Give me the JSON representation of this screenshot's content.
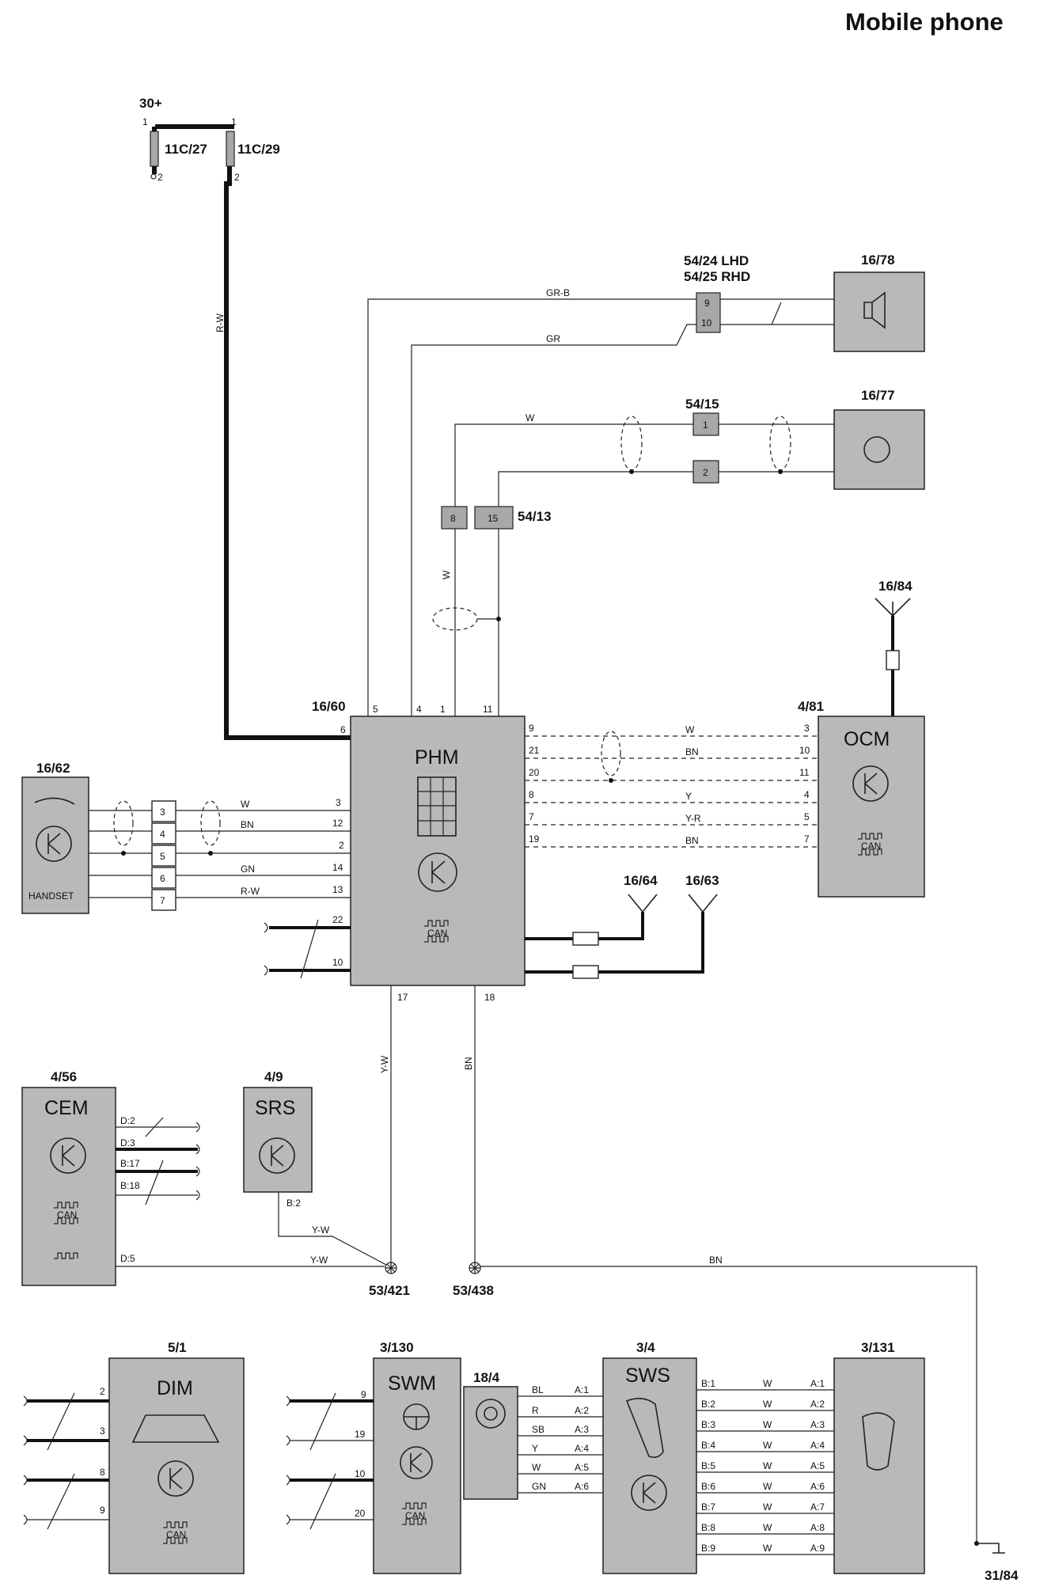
{
  "title": "Mobile phone",
  "supply": {
    "label": "30+",
    "fuse_a": "11C/27",
    "fuse_b": "11C/29",
    "pin1": "1",
    "pin2": "2"
  },
  "components": {
    "speaker": "16/78",
    "microphone": "16/77",
    "phm_ref": "16/60",
    "phm": "PHM",
    "handset_ref": "16/62",
    "handset": "HANDSET",
    "antenna_a": "16/84",
    "ocm_ref": "4/81",
    "ocm": "OCM",
    "antenna_b": "16/64",
    "antenna_c": "16/63",
    "cem_ref": "4/56",
    "cem": "CEM",
    "srs_ref": "4/9",
    "srs": "SRS",
    "dim_ref": "5/1",
    "dim": "DIM",
    "swm_ref": "3/130",
    "swm": "SWM",
    "clock_ref": "18/4",
    "sws_ref": "3/4",
    "sws": "SWS",
    "right_ref": "3/131"
  },
  "connectors": {
    "c1": "54/24 LHD",
    "c1b": "54/25 RHD",
    "c2": "54/15",
    "c3": "54/13",
    "splice_a": "53/421",
    "splice_b": "53/438",
    "ground": "31/84"
  },
  "can": {
    "can": "CAN"
  },
  "wires": {
    "rw": "R-W",
    "grb": "GR-B",
    "gr": "GR",
    "w": "W",
    "bn": "BN",
    "y": "Y",
    "yr": "Y-R",
    "gn": "GN",
    "yw": "Y-W",
    "bl": "BL",
    "r": "R",
    "sb": "SB"
  },
  "pins": {
    "n1": "1",
    "n2": "2",
    "n3": "3",
    "n4": "4",
    "n5": "5",
    "n6": "6",
    "n7": "7",
    "n8": "8",
    "n9": "9",
    "n10": "10",
    "n11": "11",
    "n12": "12",
    "n13": "13",
    "n14": "14",
    "n15": "15",
    "n17": "17",
    "n18": "18",
    "n19": "19",
    "n20": "20",
    "n21": "21",
    "n22": "22",
    "d2": "D:2",
    "d3": "D:3",
    "b17": "B:17",
    "b18": "B:18",
    "d5": "D:5",
    "b2": "B:2",
    "a1": "A:1",
    "a2": "A:2",
    "a3": "A:3",
    "a4": "A:4",
    "a5": "A:5",
    "a6": "A:6",
    "a7": "A:7",
    "a8": "A:8",
    "a9": "A:9",
    "bb1": "B:1",
    "bb2": "B:2",
    "bb3": "B:3",
    "bb4": "B:4",
    "bb5": "B:5",
    "bb6": "B:6",
    "bb7": "B:7",
    "bb8": "B:8",
    "bb9": "B:9"
  }
}
